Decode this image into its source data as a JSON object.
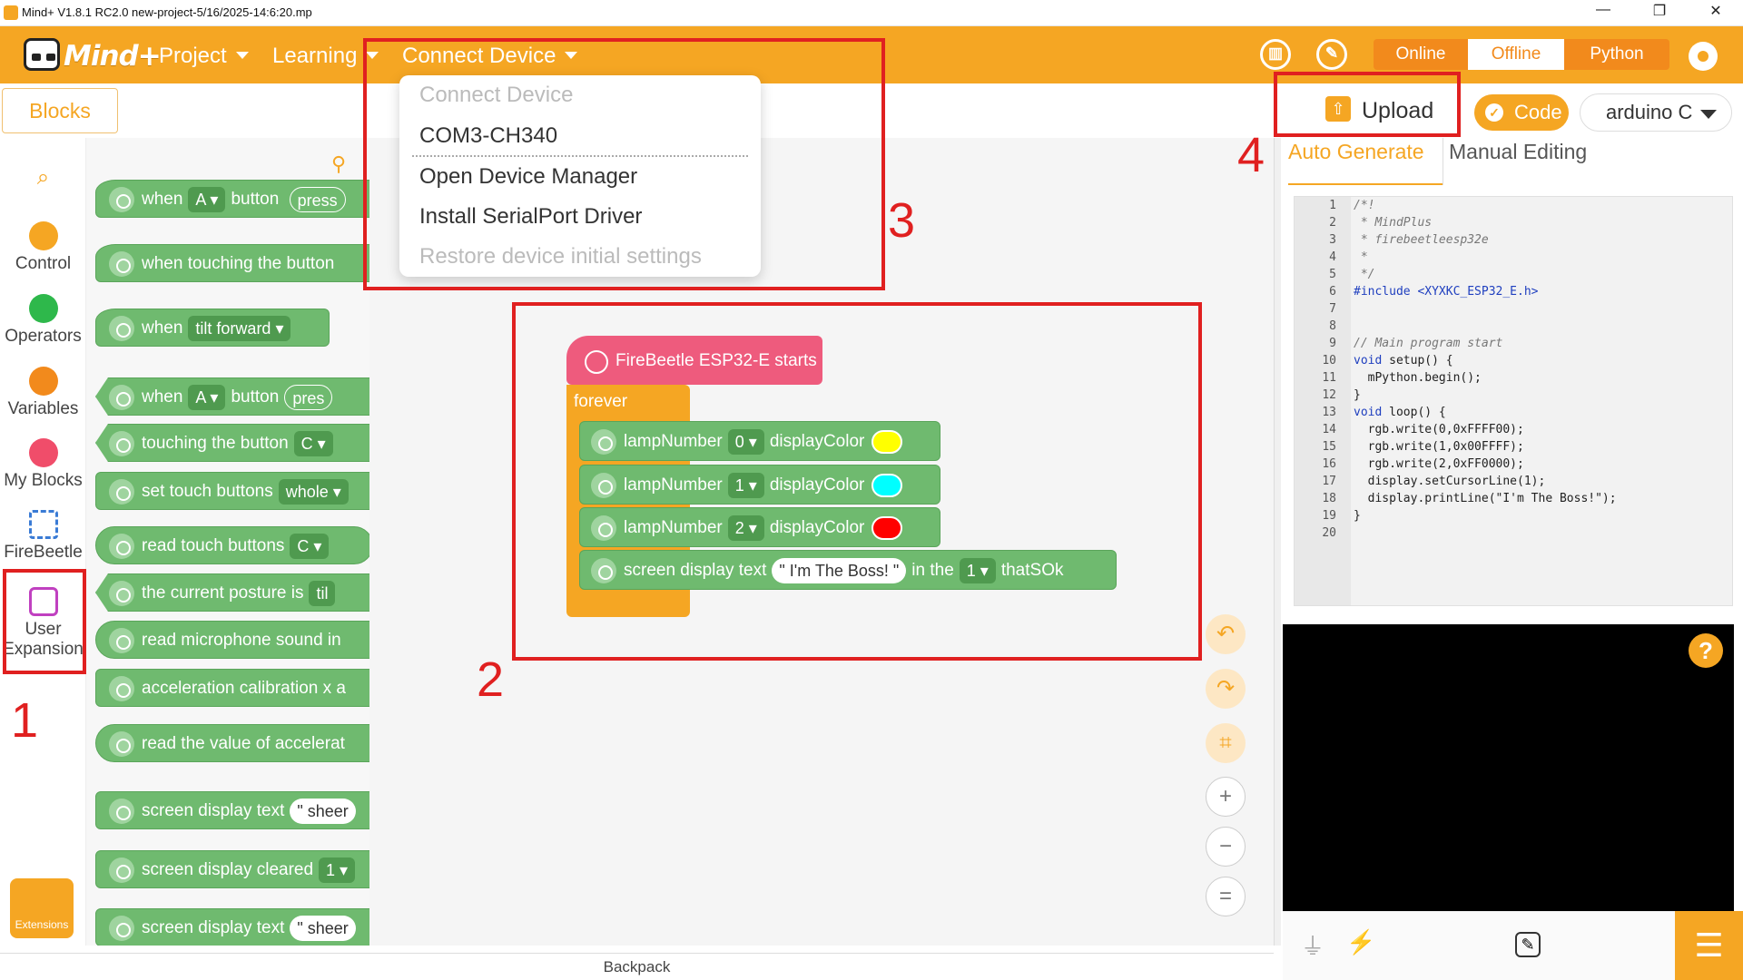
{
  "window": {
    "title": "Mind+ V1.8.1 RC2.0   new-project-5/16/2025-14:6:20.mp",
    "min_icon": "minimize-icon",
    "max_icon": "maximize-icon",
    "close_icon": "close-icon"
  },
  "header": {
    "logo_text": "Mind+",
    "menus": [
      "Project",
      "Learning",
      "Connect Device"
    ],
    "modes": [
      "Online",
      "Offline",
      "Python"
    ],
    "active_mode": "Offline",
    "accent": "#f5a623"
  },
  "toolbar": {
    "blocks_tab": "Blocks",
    "upload": "Upload",
    "code": "Code",
    "language": "arduino C"
  },
  "categories": [
    {
      "label": "Control",
      "color": "#f5a623"
    },
    {
      "label": "Operators",
      "color": "#2eb84b"
    },
    {
      "label": "Variables",
      "color": "#f28a1c"
    },
    {
      "label": "My Blocks",
      "color": "#f04d6a"
    },
    {
      "label": "FireBeetle",
      "color": "#3a7bd5"
    },
    {
      "label": "User Expansion",
      "color": "#c040c0"
    }
  ],
  "extensions_label": "Extensions",
  "palette": {
    "b1": {
      "pre": "when",
      "chip": "A ▾",
      "mid": "button",
      "post": "press"
    },
    "b2": {
      "text": "when touching the button"
    },
    "b3": {
      "pre": "when",
      "chip": "tilt forward ▾"
    },
    "b4": {
      "pre": "when",
      "chip": "A ▾",
      "mid": "button",
      "post": "pres"
    },
    "b5": {
      "pre": "touching the button",
      "chip": "C ▾"
    },
    "b6": {
      "pre": "set touch buttons",
      "chip": "whole ▾"
    },
    "b7": {
      "pre": "read touch buttons",
      "chip": "C ▾"
    },
    "b8": {
      "pre": "the current posture is",
      "chip": "til"
    },
    "b9": {
      "text": "read microphone sound in"
    },
    "b10": {
      "text": "acceleration calibration x a"
    },
    "b11": {
      "text": "read the value of accelerat"
    },
    "b12": {
      "pre": "screen display text",
      "pill": "\" sheer"
    },
    "b13": {
      "pre": "screen display cleared",
      "chip": "1 ▾"
    },
    "b14": {
      "pre": "screen display text",
      "pill": "\" sheer"
    }
  },
  "dropdown": {
    "items": [
      "Connect Device",
      "COM3-CH340",
      "Open Device Manager",
      "Install SerialPort Driver",
      "Restore device initial settings"
    ]
  },
  "program": {
    "hat": "FireBeetle ESP32-E starts",
    "forever": "forever",
    "lamp_label": "lampNumber",
    "display_color": "displayColor",
    "lamps": [
      {
        "num": "0 ▾",
        "color": "#ffff00"
      },
      {
        "num": "1 ▾",
        "color": "#00ffff"
      },
      {
        "num": "2 ▾",
        "color": "#ff0000"
      }
    ],
    "screen": {
      "pre": "screen display text",
      "text": "\" I'm The Boss! \"",
      "mid": "in the",
      "line": "1 ▾",
      "post": "thatSOk"
    }
  },
  "annotations": [
    "1",
    "2",
    "3",
    "4"
  ],
  "code_tabs": {
    "auto": "Auto Generate",
    "manual": "Manual Editing"
  },
  "code_lines": [
    "/*!",
    " * MindPlus",
    " * firebeetleesp32e",
    " *",
    " */",
    "#include <XYXKC_ESP32_E.h>",
    "",
    "",
    "// Main program start",
    "void setup() {",
    "  mPython.begin();",
    "}",
    "void loop() {",
    "  rgb.write(0,0xFFFF00);",
    "  rgb.write(1,0x00FFFF);",
    "  rgb.write(2,0xFF0000);",
    "  display.setCursorLine(1);",
    "  display.printLine(\"I'm The Boss!\");",
    "}",
    ""
  ],
  "backpack": "Backpack"
}
